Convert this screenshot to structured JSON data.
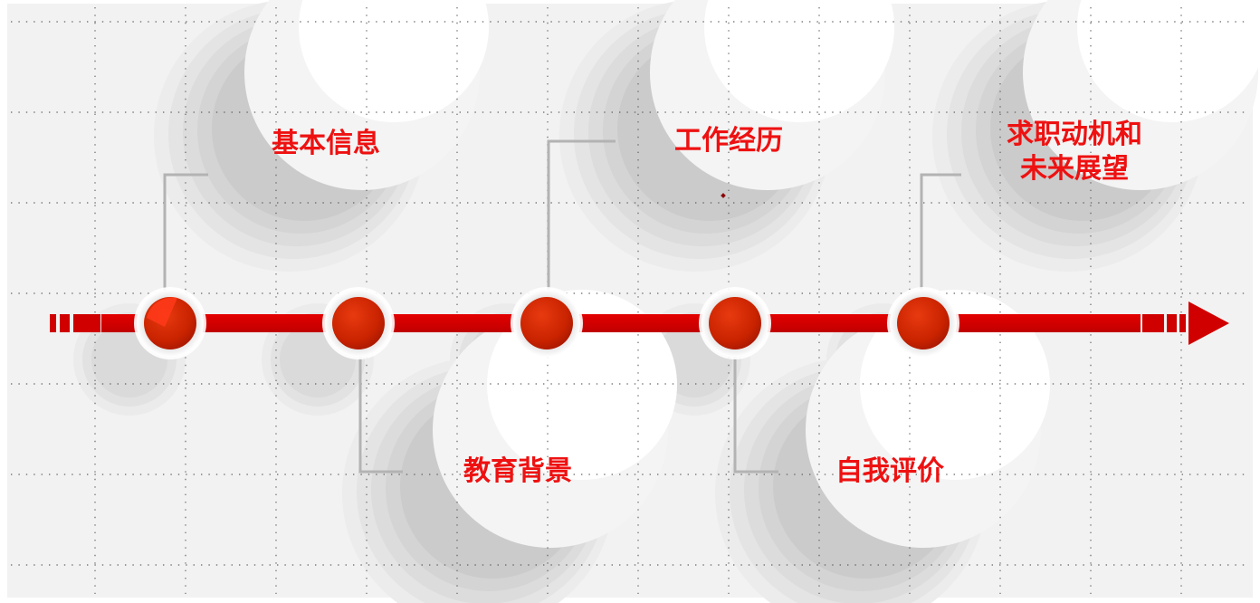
{
  "timeline": {
    "stages": [
      {
        "id": "basic-info",
        "position": "above",
        "lines": [
          "基本信息"
        ]
      },
      {
        "id": "education",
        "position": "below",
        "lines": [
          "教育背景"
        ]
      },
      {
        "id": "work-experience",
        "position": "above",
        "lines": [
          "工作经历"
        ]
      },
      {
        "id": "self-evaluation",
        "position": "below",
        "lines": [
          "自我评价"
        ]
      },
      {
        "id": "motivation-outlook",
        "position": "above",
        "lines": [
          "求职动机和",
          "未来展望"
        ]
      }
    ]
  },
  "colors": {
    "accent": "#d00000",
    "node_fill": "#cc2200",
    "label": "#ee1111",
    "connector": "#b3b3b3",
    "grid": "#666666",
    "background": "#f2f2f2"
  }
}
